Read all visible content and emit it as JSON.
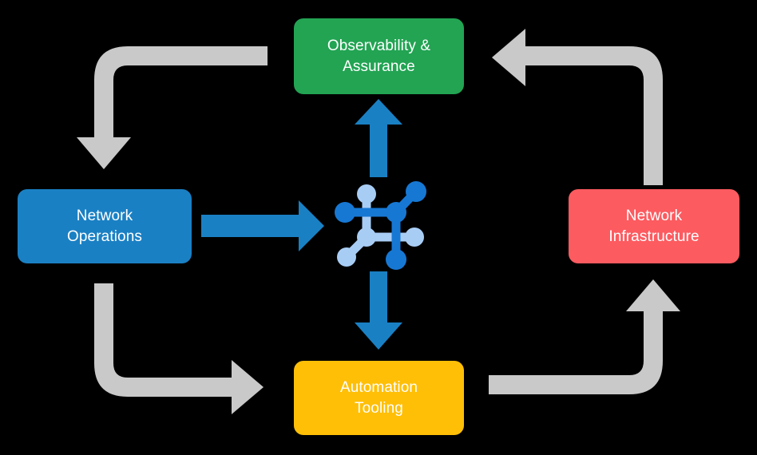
{
  "diagram": {
    "type": "cycle-flow-diagram",
    "background_color": "#000000",
    "center": {
      "icon": "network-topology-icon",
      "colors": {
        "dark_blue": "#1a80c4",
        "light_blue": "#a8cdf5"
      }
    },
    "nodes": [
      {
        "id": "observability",
        "label": "Observability &\nAssurance",
        "color": "#22a453",
        "position": "top"
      },
      {
        "id": "operations",
        "label": "Network\nOperations",
        "color": "#1a80c4",
        "position": "left"
      },
      {
        "id": "infrastructure",
        "label": "Network\nInfrastructure",
        "color": "#fc5b60",
        "position": "right"
      },
      {
        "id": "automation",
        "label": "Automation\nTooling",
        "color": "#ffbf07",
        "position": "bottom"
      }
    ],
    "connectors": [
      {
        "id": "operations-to-center",
        "from": "operations",
        "to": "center",
        "color": "#1a80c4",
        "style": "straight",
        "direction": "right"
      },
      {
        "id": "center-to-observability",
        "from": "center",
        "to": "observability",
        "color": "#1a80c4",
        "style": "straight",
        "direction": "up"
      },
      {
        "id": "center-to-automation",
        "from": "center",
        "to": "automation",
        "color": "#1a80c4",
        "style": "straight",
        "direction": "down"
      },
      {
        "id": "observability-to-operations",
        "from": "observability",
        "to": "operations",
        "color": "#c9c9c9",
        "style": "elbow",
        "direction": "down"
      },
      {
        "id": "operations-to-automation",
        "from": "operations",
        "to": "automation",
        "color": "#c9c9c9",
        "style": "elbow",
        "direction": "right"
      },
      {
        "id": "automation-to-infrastructure",
        "from": "automation",
        "to": "infrastructure",
        "color": "#c9c9c9",
        "style": "elbow",
        "direction": "up"
      },
      {
        "id": "infrastructure-to-observability",
        "from": "infrastructure",
        "to": "observability",
        "color": "#c9c9c9",
        "style": "elbow",
        "direction": "left"
      }
    ]
  }
}
